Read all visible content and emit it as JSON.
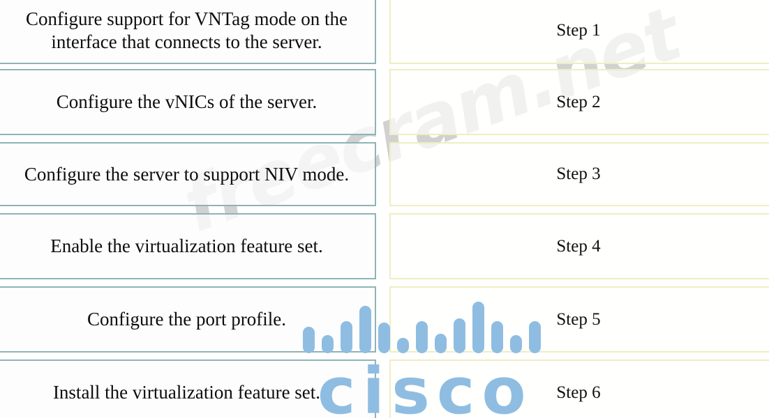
{
  "page": {
    "title": "VNTag / NIV configuration ordering exercise",
    "watermark": "freecram.net",
    "accent_teal": "#8fb3b8",
    "accent_yellow": "#eeeec2",
    "cisco_blue": "#8fbde2"
  },
  "left_column": {
    "name": "task-descriptions",
    "items": [
      {
        "text": "Configure support for VNTag mode on the interface that connects to the server."
      },
      {
        "text": "Configure the vNICs of the server."
      },
      {
        "text": "Configure the server to support NIV mode."
      },
      {
        "text": "Enable the virtualization feature set."
      },
      {
        "text": "Configure the port profile."
      },
      {
        "text": "Install the virtualization feature set."
      }
    ]
  },
  "right_column": {
    "name": "step-slots",
    "items": [
      {
        "text": "Step 1"
      },
      {
        "text": "Step 2"
      },
      {
        "text": "Step 3"
      },
      {
        "text": "Step 4"
      },
      {
        "text": "Step 5"
      },
      {
        "text": "Step 6"
      }
    ]
  },
  "logo": {
    "wordmark": "cisco",
    "bar_heights": [
      38,
      26,
      46,
      68,
      44,
      22,
      46,
      28,
      50,
      74,
      46,
      26,
      46
    ]
  }
}
